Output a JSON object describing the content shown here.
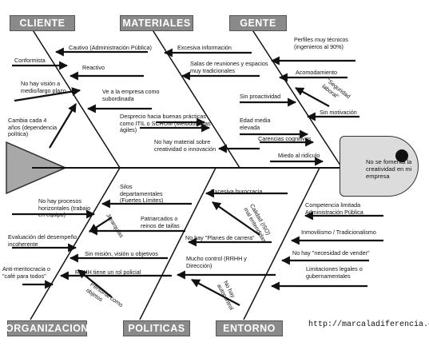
{
  "effect": "No se fomenta la creatividad en mi empresa",
  "source_url": "http://marcaladiferencia.com",
  "categories": {
    "cliente": "CLIENTE",
    "materiales": "MATERIALES",
    "gente": "GENTE",
    "organizacion": "ORGANIZACION",
    "politicas": "POLITICAS",
    "entorno": "ENTORNO"
  },
  "causes": {
    "cliente": [
      "Cautivo (Administración Pública)",
      "Conformista",
      "Reactivo",
      "No hay visión a medio/largo plazo",
      "Ve a la empresa como subordinada",
      "Cambia cada 4 años (dependencia política)"
    ],
    "materiales": [
      "Excesiva información",
      "Salas de reuniones y espacios muy tradicionales",
      "Desprecio hacia buenas prácticas como ITIL o SCRUM (Metodologías ágiles)",
      "No hay material sobre creatividad o innovación"
    ],
    "gente": [
      "Perfiles muy técnicos (ingenieros al 90%)",
      "Acomodamiento",
      "\"Seguridad laboral\"",
      "Sin proactividad",
      "Sin motivación",
      "Edad media elevada",
      "Carencias cognitivas",
      "Miedo al ridículo"
    ],
    "organizacion": [
      "Silos departamentales (Fuertes Límites)",
      "No hay procesos horizontales (trabajo en equipo)",
      "Patriarcados o reinos de taifas",
      "Jerarquías",
      "Evaluación del desempeño incoherente",
      "Sin misión, visión u objetivos",
      "RRHH tiene un rol policial",
      "Anti-meritocracia o \"café para todos\"",
      "Personal como objetos"
    ],
    "politicas": [
      "Excesiva burocracia",
      "Calidad (ISO) mal entendidas",
      "No hay \"Planes de carrera\"",
      "Mucho control (RRHH y Dirección)",
      "No hay autocontrol"
    ],
    "entorno": [
      "Competencia limitada Administración Pública",
      "Inmovilismo / Tradicionalismo",
      "No hay \"necesidad de vender\"",
      "Limitaciones legales o gubernamentales"
    ]
  },
  "colors": {
    "line": "#111111",
    "category_fill": "#8a8a8a",
    "head_fill": "#dcdcdc"
  }
}
